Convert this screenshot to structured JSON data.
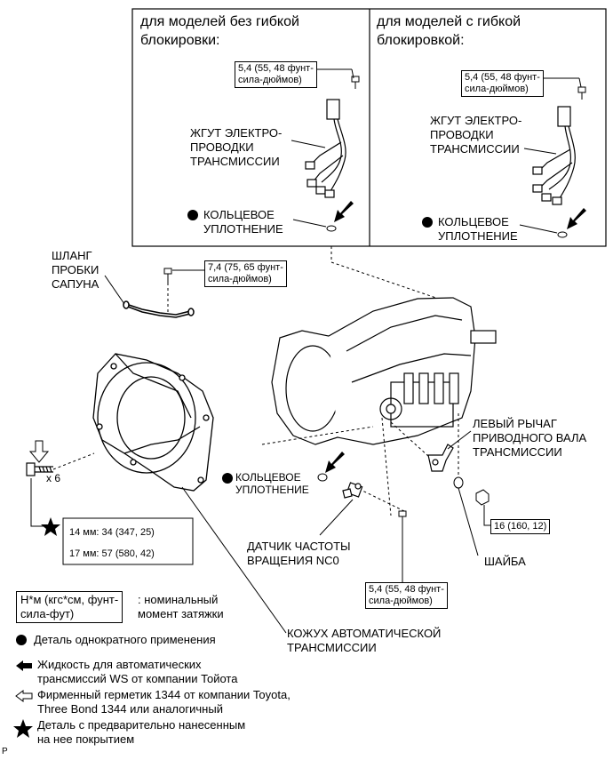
{
  "panels": {
    "left_title": [
      "для моделей без гибкой",
      "блокировки:"
    ],
    "right_title": [
      "для моделей с гибкой",
      "блокировкой:"
    ],
    "left_torque": [
      "5,4 (55, 48 фунт-",
      "сила-дюймов)"
    ],
    "right_torque": [
      "5,4 (55, 48 фунт-",
      "сила-дюймов)"
    ],
    "harness_left": [
      "ЖГУТ ЭЛЕКТРО-",
      "ПРОВОДКИ",
      "ТРАНСМИССИИ"
    ],
    "harness_right": [
      "ЖГУТ ЭЛЕКТРО-",
      "ПРОВОДКИ",
      "ТРАНСМИССИИ"
    ],
    "oring_left": [
      "КОЛЬЦЕВОЕ",
      "УПЛОТНЕНИЕ"
    ],
    "oring_right": [
      "КОЛЬЦЕВОЕ",
      "УПЛОТНЕНИЕ"
    ]
  },
  "labels": {
    "breather": [
      "ШЛАНГ",
      "ПРОБКИ",
      "САПУНА"
    ],
    "breather_torque": [
      "7,4 (75, 65 фунт-",
      "сила-дюймов)"
    ],
    "bolts_count": "x 6",
    "bolts_torque_14": "14 мм: 34 (347, 25)",
    "bolts_torque_17": "17 мм: 57 (580, 42)",
    "oring_mid": [
      "КОЛЬЦЕВОЕ",
      "УПЛОТНЕНИЕ"
    ],
    "lever": [
      "ЛЕВЫЙ РЫЧАГ",
      "ПРИВОДНОГО ВАЛА",
      "ТРАНСМИССИИ"
    ],
    "lever_torque": "16 (160, 12)",
    "speed_sensor": [
      "ДАТЧИК ЧАСТОТЫ",
      "ВРАЩЕНИЯ NC0"
    ],
    "sensor_torque": [
      "5,4 (55, 48 фунт-",
      "сила-дюймов)"
    ],
    "washer": "ШАЙБА",
    "housing": [
      "КОЖУХ АВТОМАТИЧЕСКОЙ",
      "ТРАНСМИССИИ"
    ]
  },
  "legend": {
    "unit_box": [
      "Н*м (кгс*см, фунт-",
      "сила-фут)"
    ],
    "unit_desc": [
      ": номинальный",
      "момент затяжки"
    ],
    "items": [
      {
        "icon": "filled-circle-icon",
        "lines": [
          "Деталь однократного применения"
        ]
      },
      {
        "icon": "filled-arrow-icon",
        "lines": [
          "Жидкость для автоматических",
          "трансмиссий WS от компании Тойота"
        ]
      },
      {
        "icon": "outline-arrow-icon",
        "lines": [
          "Фирменный герметик 1344 от компании Toyota,",
          "Three Bond 1344 или аналогичный"
        ]
      },
      {
        "icon": "star-icon",
        "lines": [
          "Деталь с предварительно нанесенным",
          "на нее покрытием"
        ]
      }
    ]
  },
  "figure_code": "P"
}
